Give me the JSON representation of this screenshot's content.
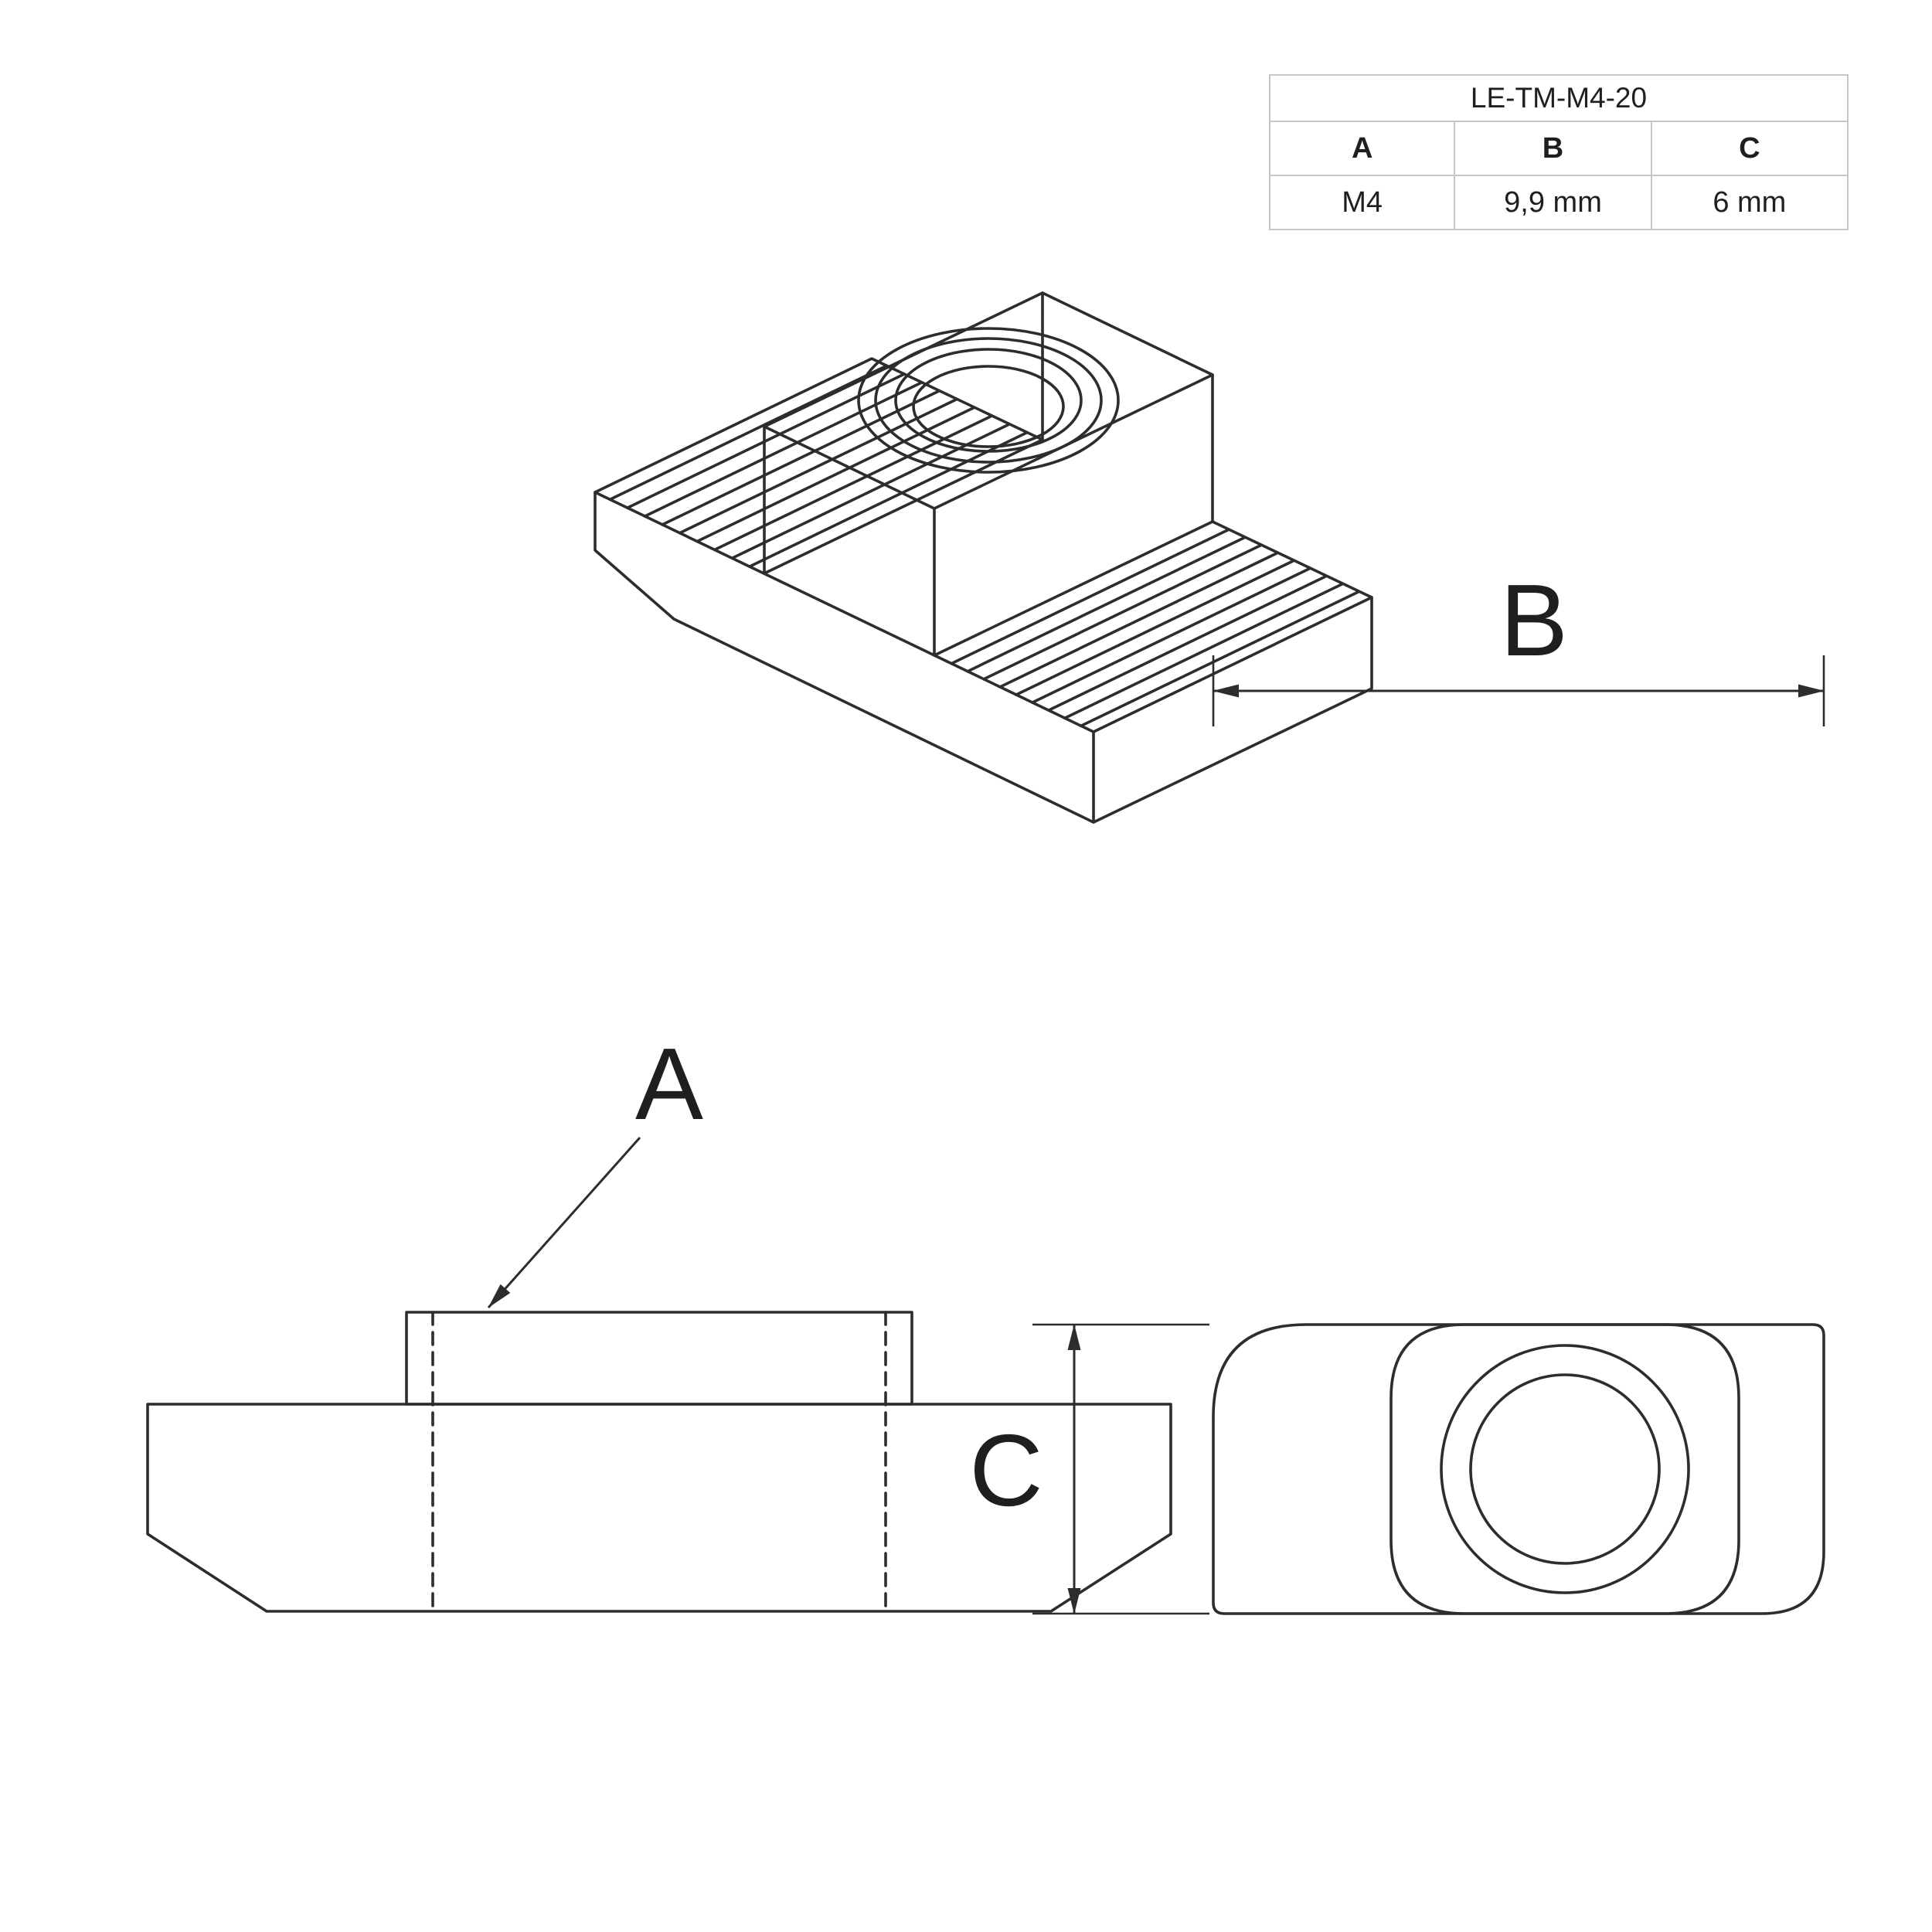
{
  "part_table": {
    "title": "LE-TM-M4-20",
    "headers": [
      "A",
      "B",
      "C"
    ],
    "values": [
      "M4",
      "9,9 mm",
      "6 mm"
    ]
  },
  "dimension_labels": {
    "a": "A",
    "b": "B",
    "c": "C"
  },
  "colors": {
    "line": "#2d2d2d",
    "text": "#1f1f1f",
    "table_border": "#c6c6c6",
    "background": "#ffffff"
  }
}
